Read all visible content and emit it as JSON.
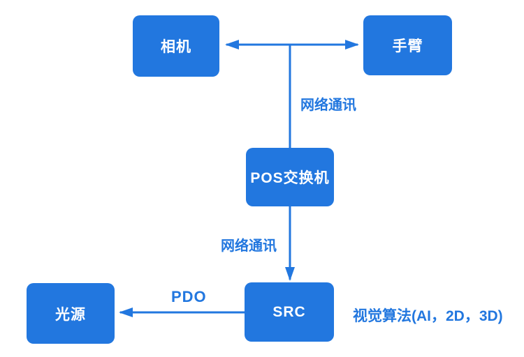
{
  "colors": {
    "primary": "#2277DF",
    "box_text": "#FFFFFF",
    "background": "#FFFFFF"
  },
  "nodes": {
    "camera": {
      "label": "相机"
    },
    "arm": {
      "label": "手臂"
    },
    "pos_switch": {
      "label": "POS交换机"
    },
    "src": {
      "label": "SRC"
    },
    "light_source": {
      "label": "光源"
    }
  },
  "edge_labels": {
    "network_comm_top": "网络通讯",
    "network_comm_bottom": "网络通讯",
    "pdo": "PDO"
  },
  "annotations": {
    "vision_algorithm": "视觉算法(AI，2D，3D)"
  },
  "edges": [
    {
      "from": "camera",
      "to": "arm",
      "type": "double-arrow",
      "label": ""
    },
    {
      "from": "camera-arm-link",
      "to": "pos_switch",
      "type": "line",
      "label": "网络通讯"
    },
    {
      "from": "pos_switch",
      "to": "src",
      "type": "arrow",
      "label": "网络通讯"
    },
    {
      "from": "src",
      "to": "light_source",
      "type": "arrow",
      "label": "PDO"
    }
  ]
}
